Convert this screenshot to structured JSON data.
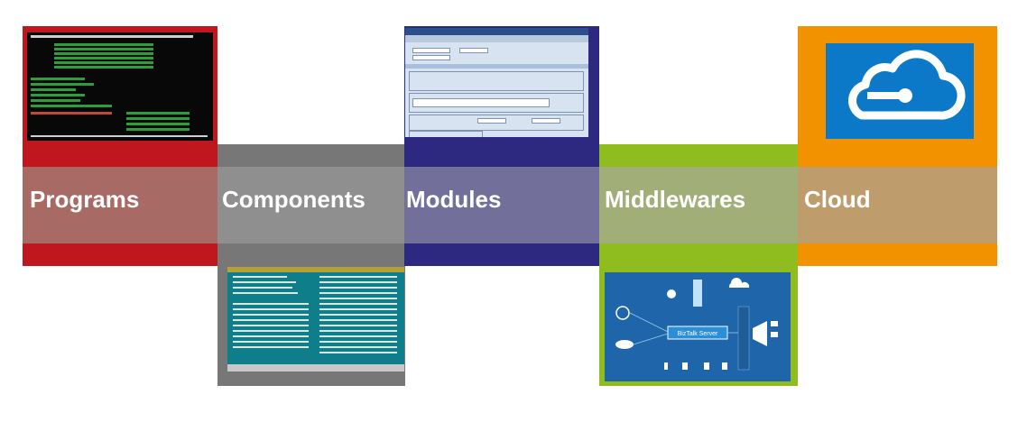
{
  "stages": [
    {
      "id": "programs",
      "label": "Programs",
      "color": "#c0171f",
      "band_color": "#a86a64"
    },
    {
      "id": "components",
      "label": "Components",
      "color": "#777777",
      "band_color": "#8f8f8f"
    },
    {
      "id": "modules",
      "label": "Modules",
      "color": "#2e2980",
      "band_color": "#72709b"
    },
    {
      "id": "middleware",
      "label": "Middlewares",
      "color": "#8fbc1f",
      "band_color": "#a2ae77"
    },
    {
      "id": "cloud",
      "label": "Cloud",
      "color": "#f39200",
      "band_color": "#bf9c6c"
    }
  ],
  "middleware_screen": {
    "server_label": "BizTalk Server"
  }
}
